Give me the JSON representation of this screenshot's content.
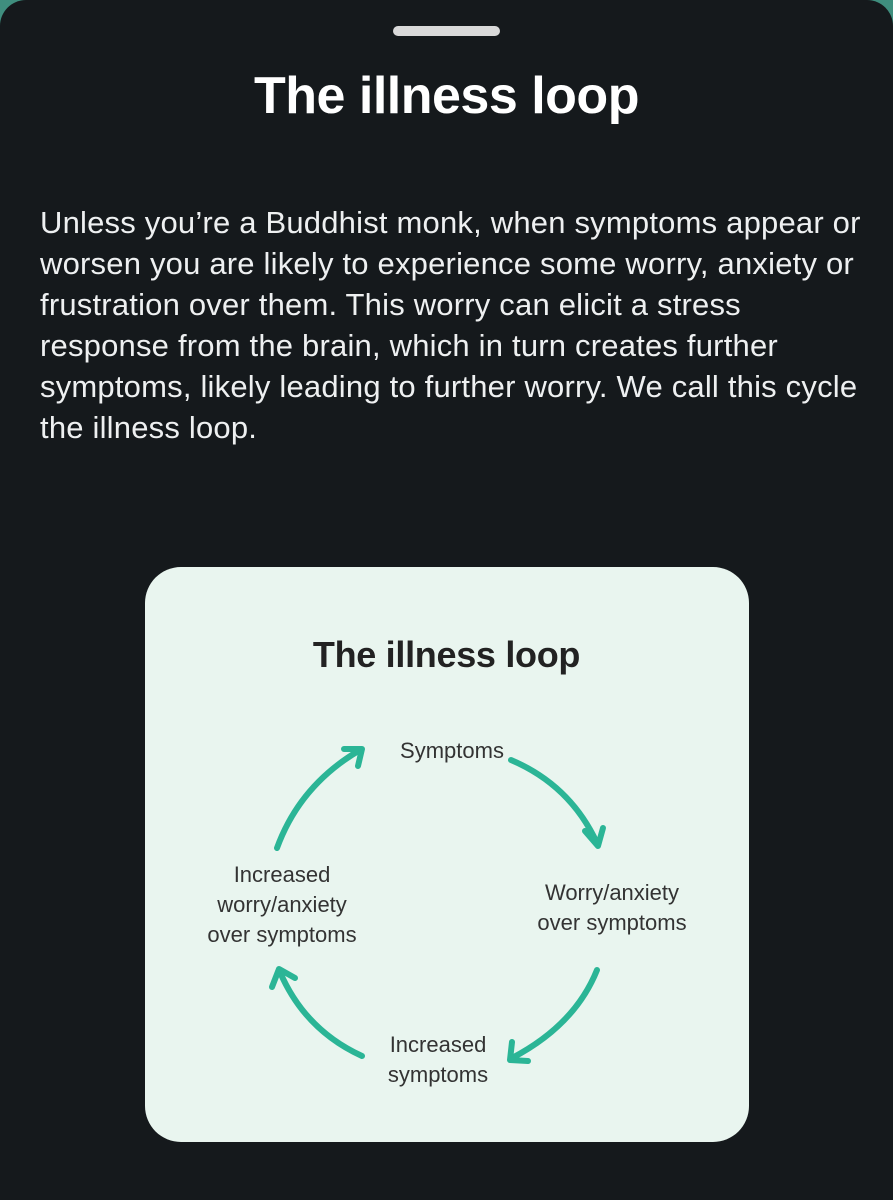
{
  "sheet": {
    "title": "The illness loop",
    "body": "Unless you’re a Buddhist monk, when symptoms appear or worsen you are likely to experience some worry, anxiety or frustration over them. This worry can elicit a stress response from the brain, which in turn creates further symptoms, likely leading to further worry. We call this cycle the illness loop."
  },
  "diagram": {
    "title": "The illness loop",
    "nodes": {
      "top": "Symptoms",
      "right": [
        "Worry/anxiety",
        "over symptoms"
      ],
      "bottom": [
        "Increased",
        "symptoms"
      ],
      "left": [
        "Increased",
        "worry/anxiety",
        "over symptoms"
      ]
    },
    "arrow_color": "#2bb596"
  },
  "colors": {
    "background": "#15191c",
    "card": "#e9f5ef",
    "accent": "#2bb596"
  }
}
